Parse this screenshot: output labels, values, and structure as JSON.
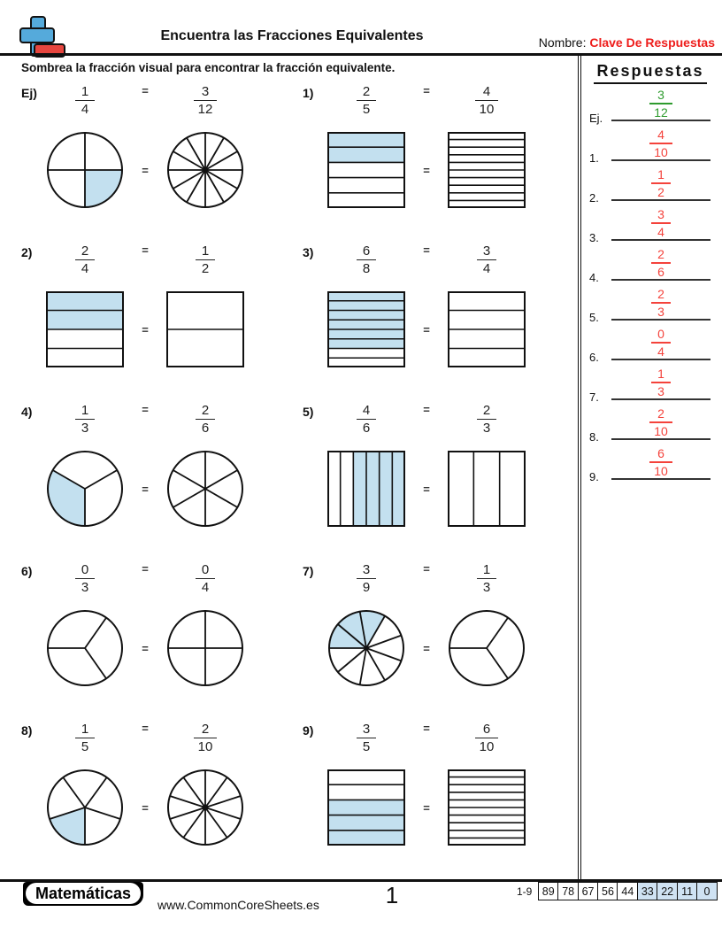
{
  "header": {
    "title": "Encuentra las Fracciones Equivalentes",
    "name_label": "Nombre:",
    "name_value": "Clave De Respuestas"
  },
  "instruction": "Sombrea la fracción visual para encontrar la fracción equivalente.",
  "equals": "=",
  "colors": {
    "shade_blue": "#c3e0ef",
    "score_highlight": "#cfe2f3",
    "answer_red": "#f4423b",
    "answer_green": "#2e9b2e",
    "header_red": "#ee1d1b",
    "logo_blue": "#55aadb",
    "logo_red": "#e7463f"
  },
  "answers": {
    "title": "Respuestas",
    "items": [
      {
        "label": "Ej.",
        "n": "3",
        "d": "12",
        "color": "green"
      },
      {
        "label": "1.",
        "n": "4",
        "d": "10",
        "color": "red"
      },
      {
        "label": "2.",
        "n": "1",
        "d": "2",
        "color": "red"
      },
      {
        "label": "3.",
        "n": "3",
        "d": "4",
        "color": "red"
      },
      {
        "label": "4.",
        "n": "2",
        "d": "6",
        "color": "red"
      },
      {
        "label": "5.",
        "n": "2",
        "d": "3",
        "color": "red"
      },
      {
        "label": "6.",
        "n": "0",
        "d": "4",
        "color": "red"
      },
      {
        "label": "7.",
        "n": "1",
        "d": "3",
        "color": "red"
      },
      {
        "label": "8.",
        "n": "2",
        "d": "10",
        "color": "red"
      },
      {
        "label": "9.",
        "n": "6",
        "d": "10",
        "color": "red"
      }
    ]
  },
  "problems": [
    {
      "label": "Ej)",
      "fraction1": {
        "n": "1",
        "d": "4"
      },
      "fraction2": {
        "n": "3",
        "d": "12"
      },
      "visual1": {
        "kind": "circle",
        "radii": [
          0,
          90,
          180,
          270
        ],
        "shaded_wedges": [
          [
            270,
            360
          ]
        ]
      },
      "visual2": {
        "kind": "circle",
        "radii": [
          0,
          30,
          60,
          90,
          120,
          150,
          180,
          210,
          240,
          270,
          300,
          330
        ],
        "shaded_wedges": [],
        "dot": true
      }
    },
    {
      "label": "1)",
      "fraction1": {
        "n": "2",
        "d": "5"
      },
      "fraction2": {
        "n": "4",
        "d": "10"
      },
      "visual1": {
        "kind": "rect",
        "orientation": "h",
        "parts": 5,
        "shaded": [
          0,
          1
        ]
      },
      "visual2": {
        "kind": "rect",
        "orientation": "h",
        "parts": 10,
        "shaded": []
      }
    },
    {
      "label": "2)",
      "fraction1": {
        "n": "2",
        "d": "4"
      },
      "fraction2": {
        "n": "1",
        "d": "2"
      },
      "visual1": {
        "kind": "rect",
        "orientation": "h",
        "parts": 4,
        "shaded": [
          0,
          1
        ]
      },
      "visual2": {
        "kind": "rect",
        "orientation": "h",
        "parts": 2,
        "shaded": []
      }
    },
    {
      "label": "3)",
      "fraction1": {
        "n": "6",
        "d": "8"
      },
      "fraction2": {
        "n": "3",
        "d": "4"
      },
      "visual1": {
        "kind": "rect",
        "orientation": "h",
        "parts": 8,
        "shaded": [
          0,
          1,
          2,
          3,
          4,
          5
        ]
      },
      "visual2": {
        "kind": "rect",
        "orientation": "h",
        "parts": 4,
        "shaded": []
      }
    },
    {
      "label": "4)",
      "fraction1": {
        "n": "1",
        "d": "3"
      },
      "fraction2": {
        "n": "2",
        "d": "6"
      },
      "visual1": {
        "kind": "circle",
        "radii": [
          30,
          150,
          270
        ],
        "shaded_wedges": [
          [
            150,
            270
          ]
        ]
      },
      "visual2": {
        "kind": "circle",
        "radii": [
          30,
          90,
          150,
          210,
          270,
          330
        ],
        "shaded_wedges": []
      }
    },
    {
      "label": "5)",
      "fraction1": {
        "n": "4",
        "d": "6"
      },
      "fraction2": {
        "n": "2",
        "d": "3"
      },
      "visual1": {
        "kind": "rect",
        "orientation": "v",
        "parts": 6,
        "shaded": [
          2,
          3,
          4,
          5
        ]
      },
      "visual2": {
        "kind": "rect",
        "orientation": "v",
        "parts": 3,
        "shaded": []
      }
    },
    {
      "label": "6)",
      "fraction1": {
        "n": "0",
        "d": "3"
      },
      "fraction2": {
        "n": "0",
        "d": "4"
      },
      "visual1": {
        "kind": "circle",
        "radii": [
          55,
          180,
          305
        ],
        "shaded_wedges": []
      },
      "visual2": {
        "kind": "circle",
        "radii": [
          0,
          90,
          180,
          270
        ],
        "shaded_wedges": []
      }
    },
    {
      "label": "7)",
      "fraction1": {
        "n": "3",
        "d": "9"
      },
      "fraction2": {
        "n": "1",
        "d": "3"
      },
      "visual1": {
        "kind": "circle",
        "radii": [
          20,
          60,
          100,
          140,
          180,
          220,
          260,
          300,
          340
        ],
        "shaded_wedges": [
          [
            60,
            180
          ]
        ]
      },
      "visual2": {
        "kind": "circle",
        "radii": [
          55,
          180,
          305
        ],
        "shaded_wedges": []
      }
    },
    {
      "label": "8)",
      "fraction1": {
        "n": "1",
        "d": "5"
      },
      "fraction2": {
        "n": "2",
        "d": "10"
      },
      "visual1": {
        "kind": "circle",
        "radii": [
          54,
          126,
          198,
          270,
          342
        ],
        "shaded_wedges": [
          [
            198,
            270
          ]
        ]
      },
      "visual2": {
        "kind": "circle",
        "radii": [
          18,
          54,
          90,
          126,
          162,
          198,
          234,
          270,
          306,
          342
        ],
        "shaded_wedges": [],
        "dot": true
      }
    },
    {
      "label": "9)",
      "fraction1": {
        "n": "3",
        "d": "5"
      },
      "fraction2": {
        "n": "6",
        "d": "10"
      },
      "visual1": {
        "kind": "rect",
        "orientation": "h",
        "parts": 5,
        "shaded": [
          2,
          3,
          4
        ]
      },
      "visual2": {
        "kind": "rect",
        "orientation": "h",
        "parts": 10,
        "shaded": []
      }
    }
  ],
  "footer": {
    "brand": "Matemáticas",
    "site": "www.CommonCoreSheets.es",
    "page_number": "1",
    "score": {
      "range_label": "1-9",
      "cells": [
        {
          "value": "89",
          "highlight": false
        },
        {
          "value": "78",
          "highlight": false
        },
        {
          "value": "67",
          "highlight": false
        },
        {
          "value": "56",
          "highlight": false
        },
        {
          "value": "44",
          "highlight": false
        },
        {
          "value": "33",
          "highlight": true
        },
        {
          "value": "22",
          "highlight": true
        },
        {
          "value": "11",
          "highlight": true
        },
        {
          "value": "0",
          "highlight": true
        }
      ]
    }
  }
}
